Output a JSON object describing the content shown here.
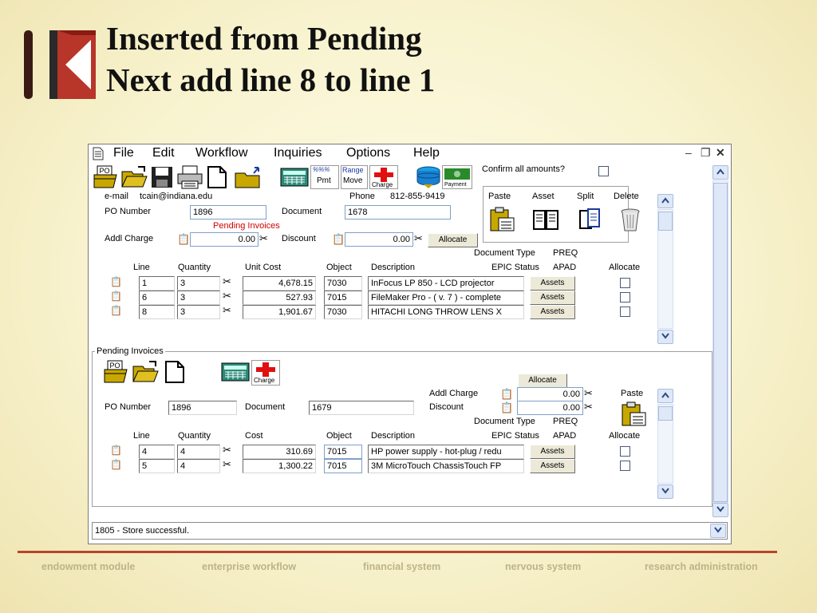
{
  "slide": {
    "title_line1": "Inserted from Pending",
    "title_line2": "Next add line 8 to line 1"
  },
  "menu": [
    "File",
    "Edit",
    "Workflow",
    "Inquiries",
    "Options",
    "Help"
  ],
  "toolbar": {
    "po_label": "PO",
    "pmt_label": "Pmt",
    "range_label": "Range",
    "move_label": "Move",
    "charge_label": "Charge",
    "payment_label": "Payment",
    "confirm_label": "Confirm all amounts?"
  },
  "header": {
    "email_label": "e-mail",
    "email_value": "tcain@indiana.edu",
    "phone_label": "Phone",
    "phone_value": "812-855-9419",
    "po_number_label": "PO Number",
    "po_number_value": "1896",
    "document_label": "Document",
    "document_value": "1678",
    "pending_link": "Pending Invoices",
    "addl_charge_label": "Addl Charge",
    "addl_charge_value": "0.00",
    "discount_label": "Discount",
    "discount_value": "0.00",
    "allocate_button": "Allocate",
    "doc_type_label": "Document Type",
    "doc_type_value": "PREQ",
    "epic_status_label": "EPIC Status",
    "epic_status_value": "APAD"
  },
  "actions": {
    "paste": "Paste",
    "asset": "Asset",
    "split": "Split",
    "delete": "Delete"
  },
  "lines": {
    "headers": {
      "line": "Line",
      "quantity": "Quantity",
      "unit_cost": "Unit Cost",
      "object": "Object",
      "description": "Description",
      "allocate": "Allocate"
    },
    "assets_button": "Assets",
    "rows": [
      {
        "line": "1",
        "quantity": "3",
        "cost": "4,678.15",
        "object": "7030",
        "description": "InFocus LP 850 - LCD projector"
      },
      {
        "line": "6",
        "quantity": "3",
        "cost": "527.93",
        "object": "7015",
        "description": "FileMaker Pro - ( v. 7 ) - complete"
      },
      {
        "line": "8",
        "quantity": "3",
        "cost": "1,901.67",
        "object": "7030",
        "description": "HITACHI LONG THROW LENS X"
      }
    ]
  },
  "pending": {
    "group_label": "Pending Invoices",
    "po_label": "PO",
    "charge_label": "Charge",
    "allocate_button": "Allocate",
    "addl_charge_label": "Addl Charge",
    "addl_charge_value": "0.00",
    "discount_label": "Discount",
    "discount_value": "0.00",
    "paste_label": "Paste",
    "po_number_label": "PO Number",
    "po_number_value": "1896",
    "document_label": "Document",
    "document_value": "1679",
    "doc_type_label": "Document Type",
    "doc_type_value": "PREQ",
    "epic_status_label": "EPIC Status",
    "epic_status_value": "APAD",
    "headers": {
      "line": "Line",
      "quantity": "Quantity",
      "cost": "Cost",
      "object": "Object",
      "description": "Description",
      "allocate": "Allocate"
    },
    "assets_button": "Assets",
    "rows": [
      {
        "line": "4",
        "quantity": "4",
        "cost": "310.69",
        "object": "7015",
        "description": "HP power supply - hot-plug / redu"
      },
      {
        "line": "5",
        "quantity": "4",
        "cost": "1,300.22",
        "object": "7015",
        "description": "3M MicroTouch ChassisTouch FP"
      }
    ]
  },
  "status": "1805 - Store successful.",
  "footer": [
    "endowment module",
    "enterprise workflow",
    "financial system",
    "nervous system",
    "research administration"
  ],
  "colors": {
    "slide_bg": "#f8f3cf",
    "accent_red": "#b8442e",
    "footer_text": "#bdb389",
    "link_red": "#d00000",
    "scroll_blue": "#dfe8f7"
  }
}
